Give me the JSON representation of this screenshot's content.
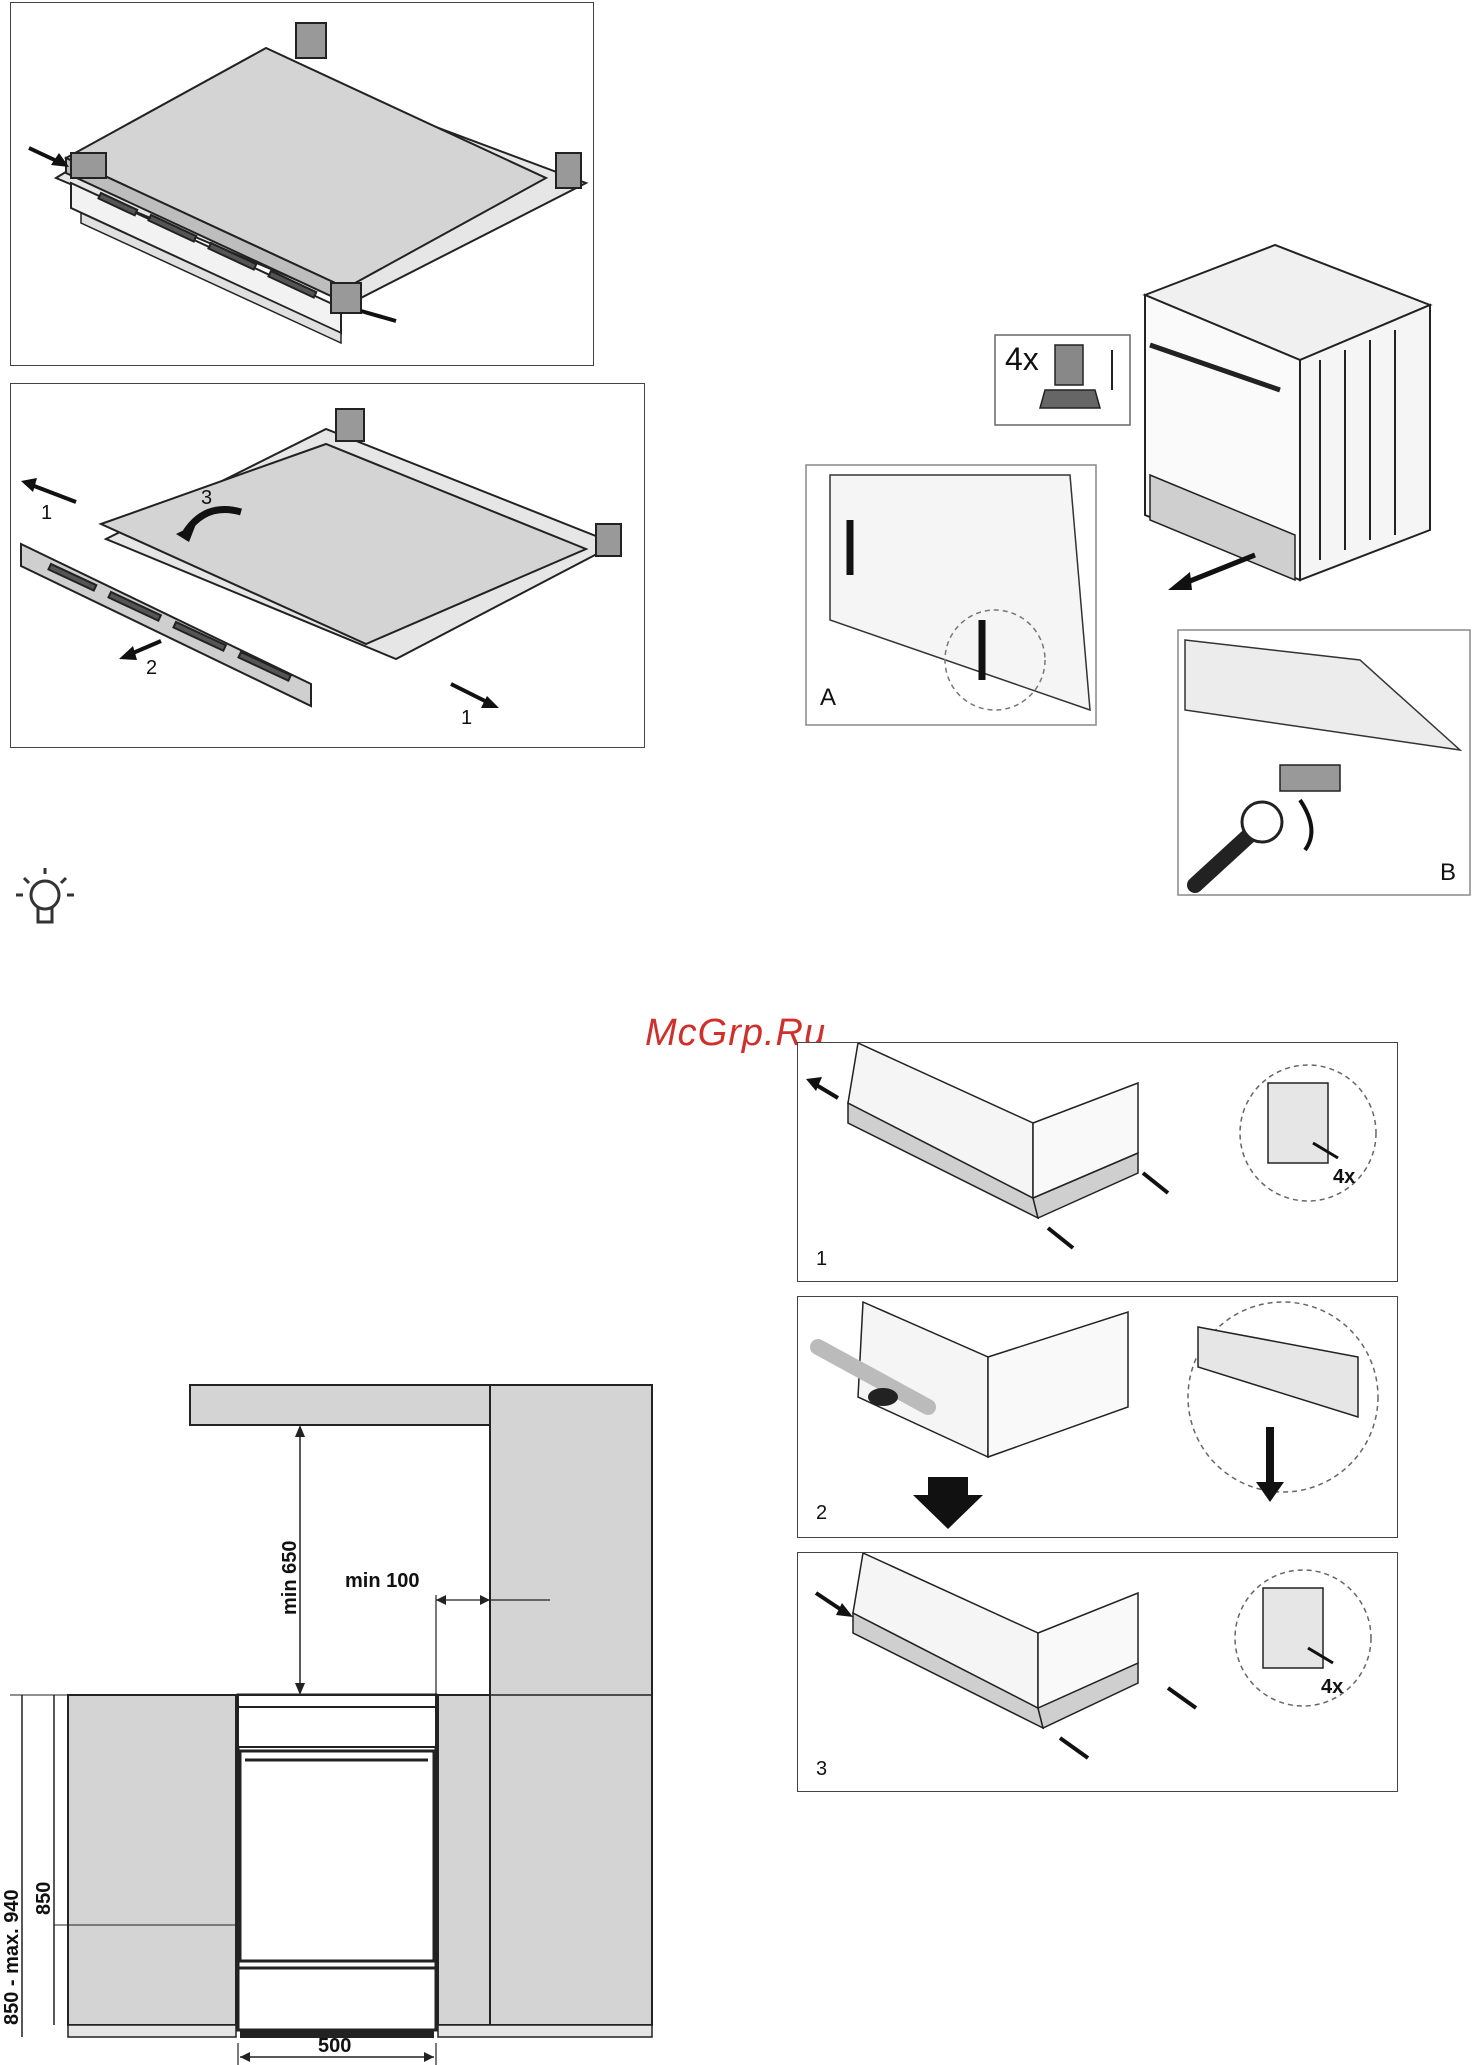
{
  "watermark": "McGrp.Ru",
  "figures": {
    "top_left_1": {},
    "top_left_2": {
      "labels": [
        "1",
        "3",
        "2",
        "1"
      ]
    },
    "feet": {
      "count_label": "4x",
      "panel_a": "A",
      "panel_b": "B"
    },
    "plinth": {
      "step1": {
        "number": "1",
        "count_label": "4x"
      },
      "step2": {
        "number": "2"
      },
      "step3": {
        "number": "3",
        "count_label": "4x"
      }
    },
    "dimensions": {
      "min_height": "min 650",
      "min_side": "min 100",
      "height_range": "850 - max. 940",
      "height": "850",
      "width": "500"
    }
  },
  "icons": {
    "tip": "lightbulb-icon"
  }
}
